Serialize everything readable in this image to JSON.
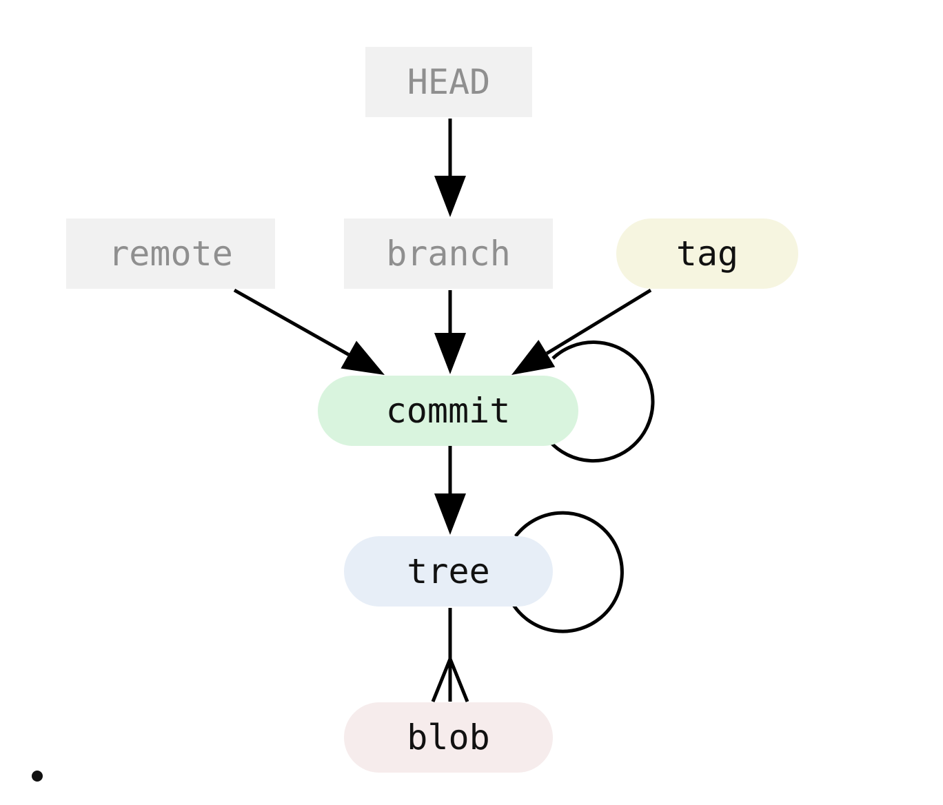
{
  "colors": {
    "ref_fill": "#f1f1f1",
    "ref_text": "#8f8f8f",
    "object_text": "#111111",
    "edge": "#000000",
    "commit_fill": "#d9f4de",
    "tree_fill": "#e7eef7",
    "blob_fill": "#f6ecec",
    "tag_fill": "#f6f5e0"
  },
  "nodes": [
    {
      "id": "head",
      "label": "HEAD",
      "shape": "rect",
      "style": "ref"
    },
    {
      "id": "remote",
      "label": "remote",
      "shape": "rect",
      "style": "ref"
    },
    {
      "id": "branch",
      "label": "branch",
      "shape": "rect",
      "style": "ref"
    },
    {
      "id": "tag",
      "label": "tag",
      "shape": "pill",
      "style": "tag"
    },
    {
      "id": "commit",
      "label": "commit",
      "shape": "pill",
      "style": "commit"
    },
    {
      "id": "tree",
      "label": "tree",
      "shape": "pill",
      "style": "tree"
    },
    {
      "id": "blob",
      "label": "blob",
      "shape": "pill",
      "style": "blob"
    }
  ],
  "edges": [
    {
      "from": "head",
      "to": "branch",
      "type": "arrow"
    },
    {
      "from": "remote",
      "to": "commit",
      "type": "arrow"
    },
    {
      "from": "branch",
      "to": "commit",
      "type": "arrow"
    },
    {
      "from": "tag",
      "to": "commit",
      "type": "arrow"
    },
    {
      "from": "commit",
      "to": "commit",
      "type": "loop"
    },
    {
      "from": "commit",
      "to": "tree",
      "type": "arrow"
    },
    {
      "from": "tree",
      "to": "tree",
      "type": "loop"
    },
    {
      "from": "tree",
      "to": "blob",
      "type": "crowfoot"
    }
  ]
}
